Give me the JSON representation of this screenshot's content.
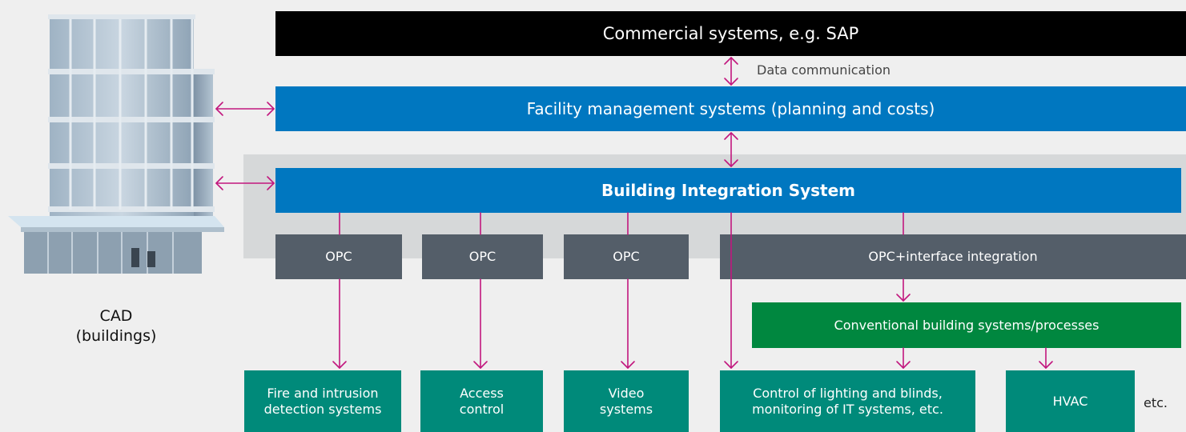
{
  "diagram": {
    "top_layer": {
      "commercial": "Commercial systems, e.g. SAP"
    },
    "data_link_label": "Data communication",
    "facility": "Facility management systems (planning and costs)",
    "integration": "Building Integration System",
    "opc_boxes": [
      "OPC",
      "OPC",
      "OPC",
      "OPC+interface integration"
    ],
    "conventional": "Conventional building systems/processes",
    "subsystems": [
      "Fire and intrusion\ndetection systems",
      "Access\ncontrol",
      "Video\nsystems",
      "Control of lighting and blinds,\nmonitoring of IT systems, etc.",
      "HVAC"
    ],
    "etc_label": "etc.",
    "building": {
      "label": "CAD\n(buildings)"
    }
  },
  "colors": {
    "arrow": "#c2177e",
    "blue": "#0077c0",
    "grey": "#545e69",
    "green": "#00873f",
    "teal": "#008a7a",
    "black": "#000000",
    "zone": "#d6d8d9"
  }
}
